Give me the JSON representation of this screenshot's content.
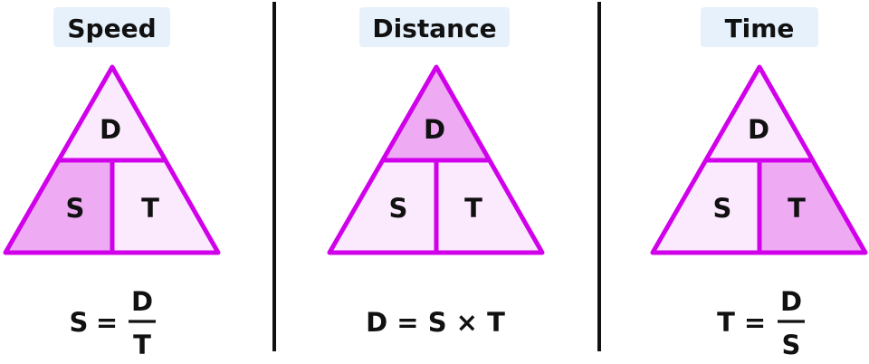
{
  "colors": {
    "outline": "#d100ea",
    "highlight": "#eeaaf3",
    "fill": "#fbeafd",
    "title_bg": "#e6f1fb",
    "text": "#111111",
    "separator": "#111111"
  },
  "panels": [
    {
      "title": "Speed",
      "top": "D",
      "bottom_left": "S",
      "bottom_right": "T",
      "highlighted": "bottom_left",
      "formula": {
        "lhs": "S",
        "eq": "=",
        "num": "D",
        "den": "T"
      }
    },
    {
      "title": "Distance",
      "top": "D",
      "bottom_left": "S",
      "bottom_right": "T",
      "highlighted": "top",
      "formula": {
        "text": "D = S × T"
      }
    },
    {
      "title": "Time",
      "top": "D",
      "bottom_left": "S",
      "bottom_right": "T",
      "highlighted": "bottom_right",
      "formula": {
        "lhs": "T",
        "eq": "=",
        "num": "D",
        "den": "S"
      }
    }
  ]
}
